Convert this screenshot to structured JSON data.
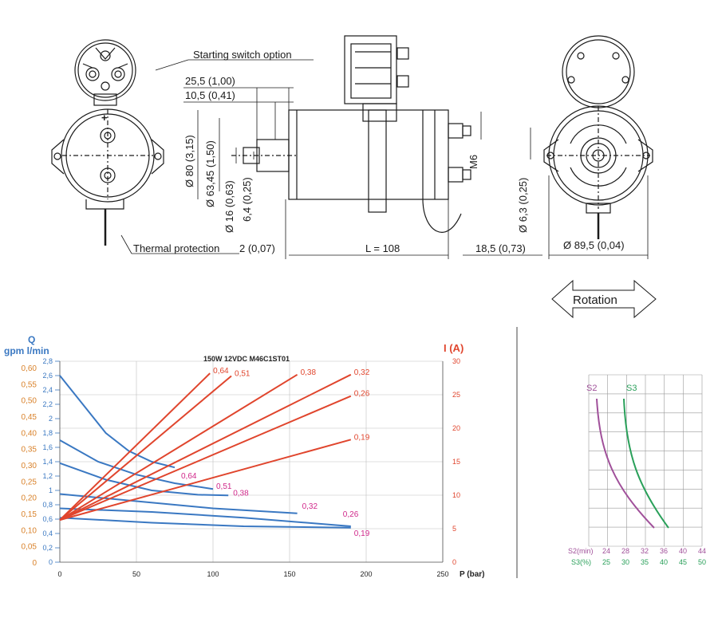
{
  "drawing": {
    "starting_switch": "Starting switch option",
    "thermal": "Thermal protection",
    "rotation": "Rotation",
    "dim_25_5": "25,5 (1,00)",
    "dim_10_5": "10,5 (0,41)",
    "dim_2": "2 (0,07)",
    "dim_L": "L = 108",
    "dim_18_5": "18,5 (0,73)",
    "dim_89_5": "Ø 89,5 (0,04)",
    "dim_80": "Ø 80 (3,15)",
    "dim_63": "Ø 63,45 (1,50)",
    "dim_16": "Ø 16 (0,63)",
    "dim_6_4": "6,4 (0,25)",
    "dim_m6": "M6",
    "dim_6_3": "Ø 6,3 (0,25)"
  },
  "colors": {
    "blue": "#3a78c2",
    "red": "#e0452d",
    "orange": "#d9822b",
    "pink": "#d0288a",
    "purple": "#a0509a",
    "green": "#2aa05a",
    "grid": "#bfbfbf"
  },
  "chart_data": [
    {
      "type": "line",
      "title": "150W 12VDC M46C1ST01",
      "q_label": "Q",
      "q_units": "gpm l/min",
      "i_label": "I (A)",
      "p_label": "P (bar)",
      "xlim": [
        0,
        250
      ],
      "ylim_lmin": [
        0,
        2.8
      ],
      "ylim_amp": [
        0,
        30
      ],
      "x_ticks": [
        0,
        50,
        100,
        150,
        200,
        250
      ],
      "lmin_ticks": [
        0,
        0.2,
        0.4,
        0.6,
        0.8,
        1,
        1.2,
        1.4,
        1.6,
        1.8,
        2,
        2.2,
        2.4,
        2.6,
        2.8
      ],
      "lmin_tick_labels": [
        "0",
        "0,2",
        "0,4",
        "0,6",
        "0,8",
        "1",
        "1,2",
        "1,4",
        "1,6",
        "1,8",
        "2",
        "2,2",
        "2,4",
        "2,6",
        "2,8"
      ],
      "gpm_ticks": [
        0,
        0.05,
        0.1,
        0.15,
        0.2,
        0.25,
        0.3,
        0.35,
        0.4,
        0.45,
        0.5,
        0.55,
        0.6
      ],
      "gpm_tick_labels": [
        "0",
        "0,05",
        "0,10",
        "0,15",
        "0,20",
        "0,25",
        "0,30",
        "0,35",
        "0,40",
        "0,45",
        "0,50",
        "0,55",
        "0,60"
      ],
      "amp_ticks": [
        0,
        5,
        10,
        15,
        20,
        25,
        30
      ],
      "flow_series": [
        {
          "name": "0,64",
          "x": [
            0,
            15,
            30,
            45,
            60,
            75
          ],
          "y": [
            2.6,
            2.2,
            1.8,
            1.55,
            1.4,
            1.32
          ]
        },
        {
          "name": "0,51",
          "x": [
            0,
            25,
            50,
            75,
            100
          ],
          "y": [
            1.7,
            1.4,
            1.22,
            1.1,
            1.02
          ]
        },
        {
          "name": "0,38",
          "x": [
            0,
            30,
            60,
            90,
            110
          ],
          "y": [
            1.38,
            1.15,
            1.0,
            0.94,
            0.93
          ]
        },
        {
          "name": "0,32",
          "x": [
            0,
            50,
            100,
            155
          ],
          "y": [
            0.95,
            0.85,
            0.75,
            0.68
          ]
        },
        {
          "name": "0,26",
          "x": [
            0,
            60,
            120,
            190
          ],
          "y": [
            0.75,
            0.7,
            0.62,
            0.5
          ]
        },
        {
          "name": "0,19",
          "x": [
            0,
            60,
            120,
            190
          ],
          "y": [
            0.62,
            0.55,
            0.5,
            0.48
          ]
        }
      ],
      "current_series": [
        {
          "name": "0,64",
          "x": [
            0,
            98
          ],
          "y": [
            6.3,
            28.2
          ]
        },
        {
          "name": "0,51",
          "x": [
            0,
            112
          ],
          "y": [
            6.3,
            27.8
          ]
        },
        {
          "name": "0,38",
          "x": [
            0,
            155
          ],
          "y": [
            6.3,
            28.0
          ]
        },
        {
          "name": "0,32",
          "x": [
            0,
            190
          ],
          "y": [
            6.3,
            28.0
          ]
        },
        {
          "name": "0,26",
          "x": [
            0,
            190
          ],
          "y": [
            6.3,
            24.8
          ]
        },
        {
          "name": "0,19",
          "x": [
            0,
            190
          ],
          "y": [
            6.3,
            18.3
          ]
        }
      ]
    },
    {
      "type": "line",
      "s2_label": "S2",
      "s3_label": "S3",
      "s2_axis_label": "S2(min)",
      "s3_axis_label": "S3(%)",
      "s2_ticks": [
        "24",
        "28",
        "32",
        "36",
        "40",
        "44"
      ],
      "s3_ticks": [
        "25",
        "30",
        "35",
        "40",
        "45",
        "50"
      ]
    }
  ]
}
